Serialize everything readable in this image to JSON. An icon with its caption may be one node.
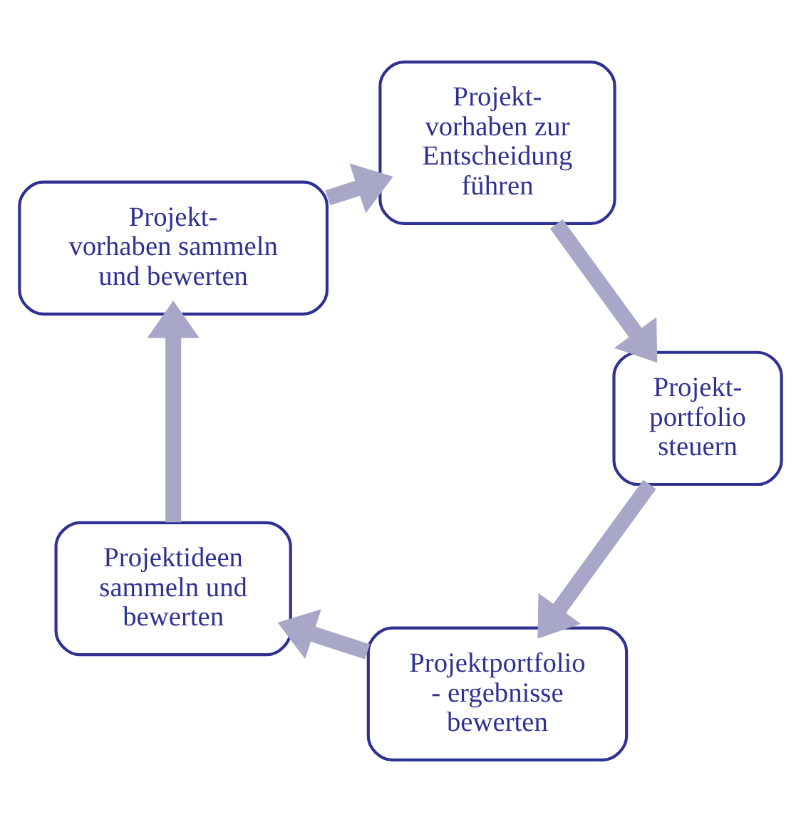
{
  "diagram": {
    "nodes": [
      {
        "text": [
          "Projektportfolio- ergebnisse bewerten"
        ]
      },
      {
        "text": [
          "Projektideen sammeln und bewerten"
        ]
      },
      {
        "text": [
          "Projekt- vorhaben sammeln und bewerten"
        ]
      },
      {
        "text": [
          "Projekt- vorhaben zur Entscheidung führen"
        ]
      },
      {
        "text": [
          "Projekt- portfolio steuern"
        ]
      }
    ],
    "edges": [
      {
        "from": 0,
        "to": 1,
        "arrow": "to"
      },
      {
        "from": 1,
        "to": 2,
        "arrow": "to"
      },
      {
        "from": 2,
        "to": 3,
        "arrow": "to"
      },
      {
        "from": 3,
        "to": 4,
        "arrow": "to"
      },
      {
        "from": 4,
        "to": 0,
        "arrow": "to"
      }
    ]
  }
}
